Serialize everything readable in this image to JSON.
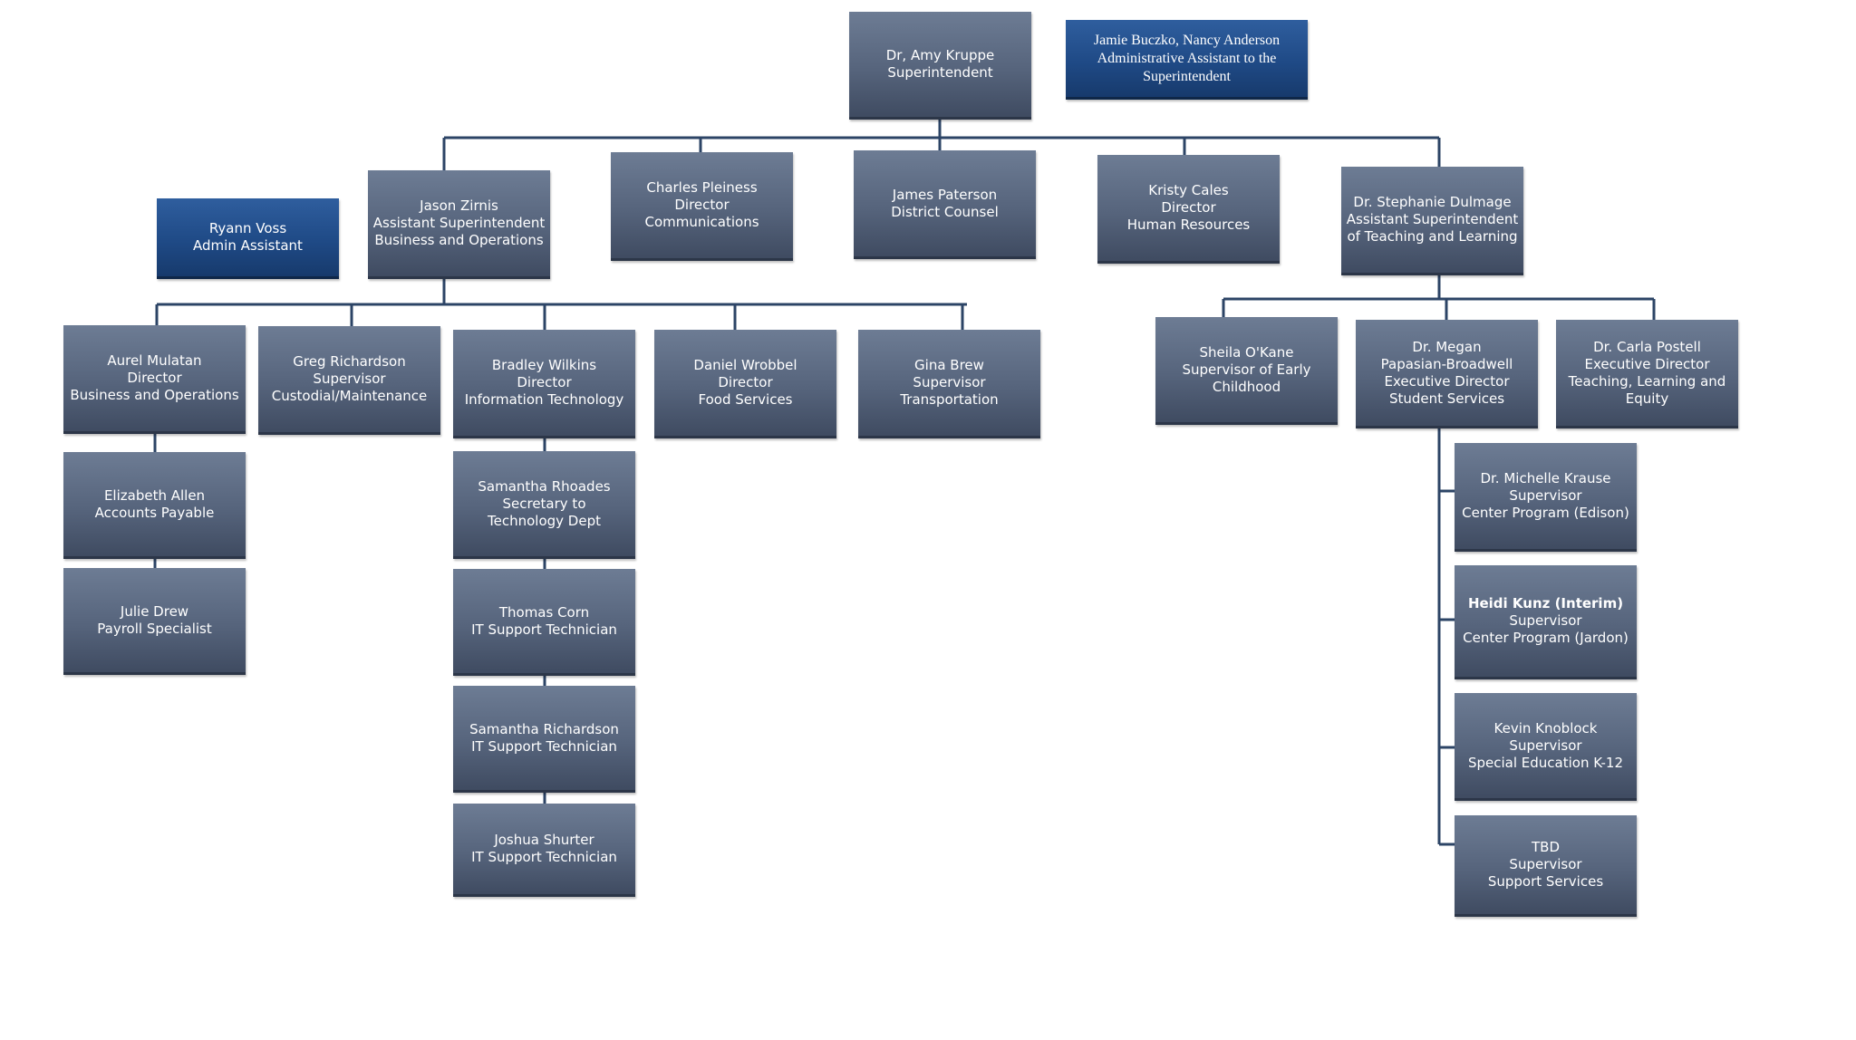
{
  "colors": {
    "box": "#56647c",
    "box_blue": "#1f4a86",
    "line": "#2c4466",
    "text": "#ffffff"
  },
  "nodes": {
    "superintendent": [
      "Dr, Amy Kruppe",
      "Superintendent"
    ],
    "admin_assistant_superintendent": [
      "Jamie Buczko, Nancy Anderson",
      "Administrative Assistant to the",
      "Superintendent"
    ],
    "zirnis": [
      "Jason Zirnis",
      "Assistant Superintendent",
      "Business and Operations"
    ],
    "voss": [
      "Ryann Voss",
      "Admin Assistant"
    ],
    "pleiness": [
      "Charles Pleiness",
      "Director",
      "Communications"
    ],
    "paterson": [
      "James Paterson",
      "District Counsel"
    ],
    "cales": [
      "Kristy Cales",
      "Director",
      "Human Resources"
    ],
    "dulmage": [
      "Dr. Stephanie Dulmage",
      "Assistant Superintendent",
      "of Teaching and Learning"
    ],
    "mulatan": [
      "Aurel Mulatan",
      "Director",
      "Business and Operations"
    ],
    "richardson_greg": [
      "Greg Richardson",
      "Supervisor",
      "Custodial/Maintenance"
    ],
    "wilkins": [
      "Bradley Wilkins",
      "Director",
      "Information Technology"
    ],
    "wrobbel": [
      "Daniel Wrobbel",
      "Director",
      "Food Services"
    ],
    "brew": [
      "Gina Brew",
      "Supervisor",
      "Transportation"
    ],
    "allen": [
      "Elizabeth Allen",
      "Accounts Payable"
    ],
    "drew": [
      "Julie Drew",
      "Payroll Specialist"
    ],
    "rhoades": [
      "Samantha Rhoades",
      "Secretary to",
      "Technology Dept"
    ],
    "corn": [
      "Thomas Corn",
      "IT Support Technician"
    ],
    "richardson_samantha": [
      "Samantha Richardson",
      "IT Support Technician"
    ],
    "shurter": [
      "Joshua Shurter",
      "IT Support Technician"
    ],
    "okane": [
      "Sheila O'Kane",
      "Supervisor of Early",
      "Childhood"
    ],
    "papasian": [
      "Dr. Megan",
      "Papasian-Broadwell",
      "Executive Director",
      "Student Services"
    ],
    "postell": [
      "Dr. Carla Postell",
      "Executive Director",
      "Teaching, Learning and",
      "Equity"
    ],
    "krause": [
      "Dr. Michelle Krause",
      "Supervisor",
      "Center Program (Edison)"
    ],
    "kunz": [
      "Heidi Kunz (Interim)",
      "Supervisor",
      "Center Program (Jardon)"
    ],
    "knoblock": [
      "Kevin Knoblock",
      "Supervisor",
      "Special Education K-12"
    ],
    "tbd": [
      "TBD",
      "Supervisor",
      "Support Services"
    ]
  }
}
